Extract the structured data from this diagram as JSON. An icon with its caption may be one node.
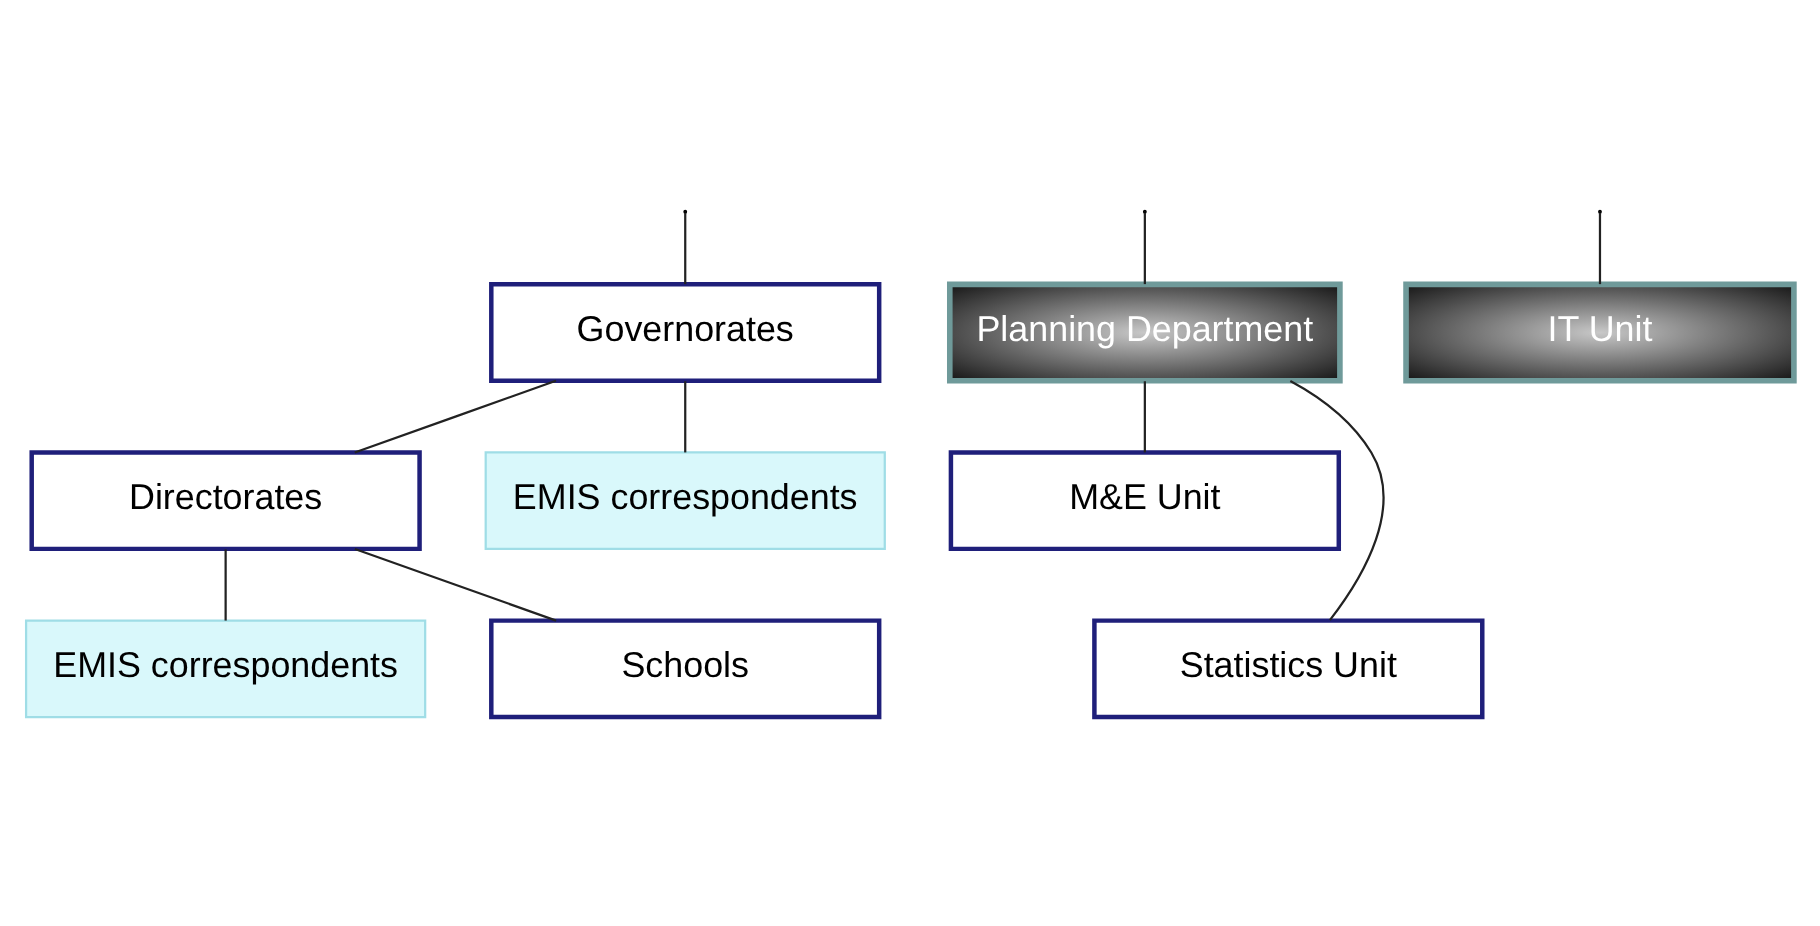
{
  "diagram": {
    "nodes": [
      {
        "text": [
          "Planning Department"
        ]
      },
      {
        "text": [
          "IT Unit"
        ]
      },
      {
        "text": [
          "Governorates"
        ]
      },
      {
        "text": [
          "EMIS correspondents"
        ]
      },
      {
        "text": [
          "M&E Unit"
        ]
      },
      {
        "text": [
          "Directorates"
        ]
      },
      {
        "text": [
          "EMIS correspondents"
        ]
      },
      {
        "text": [
          "Statistics Unit"
        ]
      },
      {
        "text": [
          "Schools"
        ]
      }
    ],
    "edges": [
      {
        "from": null,
        "to": 2,
        "arrow": "none"
      },
      {
        "from": null,
        "to": 0,
        "arrow": "none"
      },
      {
        "from": null,
        "to": 1,
        "arrow": "none"
      },
      {
        "from": 2,
        "to": 5,
        "arrow": "none"
      },
      {
        "from": 5,
        "to": 8,
        "arrow": "none"
      },
      {
        "from": 2,
        "to": 3,
        "arrow": "none"
      },
      {
        "from": 5,
        "to": 6,
        "arrow": "none"
      },
      {
        "from": 0,
        "to": 4,
        "arrow": "none"
      },
      {
        "from": 0,
        "to": 7,
        "arrow": "none"
      }
    ]
  }
}
